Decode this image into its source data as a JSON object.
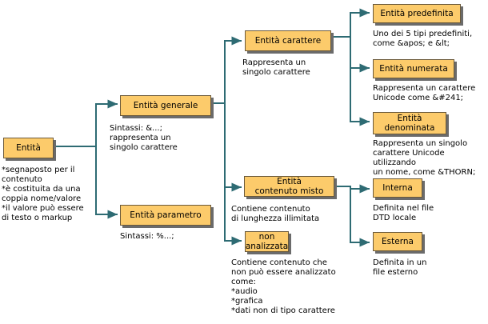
{
  "nodes": {
    "entita": {
      "label": "Entità",
      "desc": "*segnaposto per il\ncontenuto\n*è costituita da una\ncoppia nome/valore\n*il valore può essere\ndi testo o markup"
    },
    "generale": {
      "label": "Entità generale",
      "desc": "Sintassi: &...;\nrappresenta un\nsingolo carattere"
    },
    "parametro": {
      "label": "Entità parametro",
      "desc": "Sintassi: %...;"
    },
    "carattere": {
      "label": "Entità carattere",
      "desc": "Rappresenta un\nsingolo carattere"
    },
    "contenuto_misto": {
      "label": "Entità\ncontenuto misto",
      "desc": "Contiene contenuto\ndi lunghezza illimitata"
    },
    "non_analizzata": {
      "label": "non\nanalizzata",
      "desc": "Contiene contenuto che\nnon può essere analizzato\ncome:\n*audio\n*grafica\n*dati non di tipo carattere"
    },
    "predefinita": {
      "label": "Entità predefinita",
      "desc": "Uno dei 5 tipi predefiniti,\ncome &apos; e &lt;"
    },
    "numerata": {
      "label": "Entità numerata",
      "desc": "Rappresenta un carattere\nUnicode come &#241;"
    },
    "denominata": {
      "label": "Entità\ndenominata",
      "desc": "Rappresenta un singolo\ncarattere Unicode utilizzando\nun nome, come &THORN;"
    },
    "interna": {
      "label": "Interna",
      "desc": "Definita nel file\nDTD locale"
    },
    "esterna": {
      "label": "Esterna",
      "desc": "Definita in un\nfile esterno"
    }
  },
  "colors": {
    "box_fill": "#fccb6b",
    "connector": "#2e6b73"
  }
}
